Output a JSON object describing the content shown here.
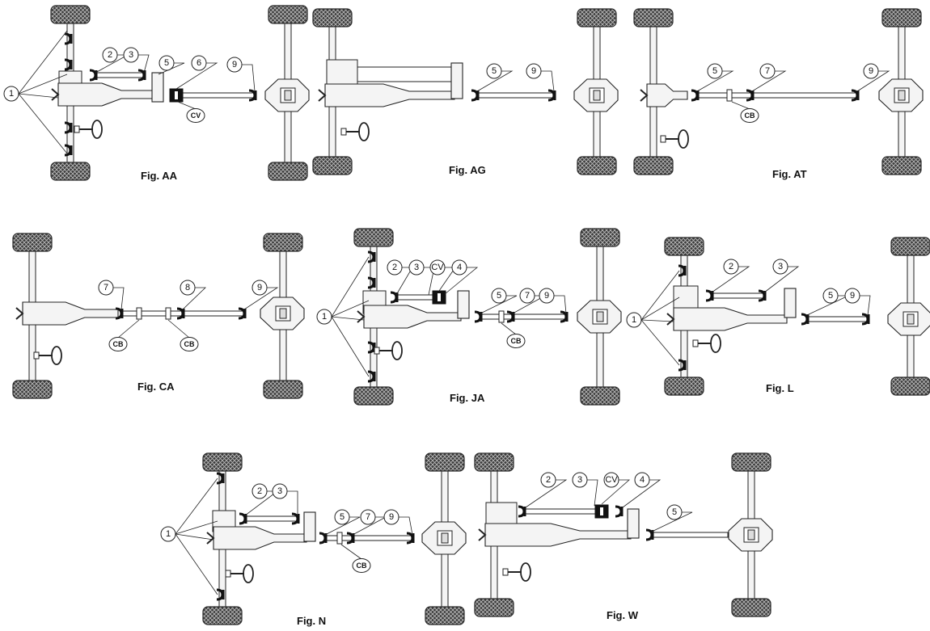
{
  "figures": [
    {
      "id": "AA",
      "caption": "Fig. AA",
      "callouts": [
        "1",
        "2",
        "3",
        "5",
        "6",
        "9"
      ],
      "tags": [
        "CV"
      ]
    },
    {
      "id": "AG",
      "caption": "Fig. AG",
      "callouts": [
        "5",
        "9"
      ],
      "tags": []
    },
    {
      "id": "AT",
      "caption": "Fig. AT",
      "callouts": [
        "5",
        "7",
        "9"
      ],
      "tags": [
        "CB"
      ]
    },
    {
      "id": "CA",
      "caption": "Fig. CA",
      "callouts": [
        "7",
        "8",
        "9"
      ],
      "tags": [
        "CB",
        "CB"
      ]
    },
    {
      "id": "JA",
      "caption": "Fig. JA",
      "callouts": [
        "1",
        "2",
        "3",
        "CV",
        "4",
        "5",
        "7",
        "9"
      ],
      "tags": [
        "CB"
      ]
    },
    {
      "id": "L",
      "caption": "Fig. L",
      "callouts": [
        "1",
        "2",
        "3",
        "5",
        "9"
      ],
      "tags": []
    },
    {
      "id": "N",
      "caption": "Fig. N",
      "callouts": [
        "1",
        "2",
        "3",
        "5",
        "7",
        "9"
      ],
      "tags": [
        "CB"
      ]
    },
    {
      "id": "W",
      "caption": "Fig. W",
      "callouts": [
        "2",
        "3",
        "CV",
        "4",
        "5"
      ],
      "tags": []
    }
  ],
  "colors": {
    "line": "#222222",
    "part_fill": "#f4f4f4",
    "tire": "#2a2a2a",
    "joint": "#111111"
  }
}
